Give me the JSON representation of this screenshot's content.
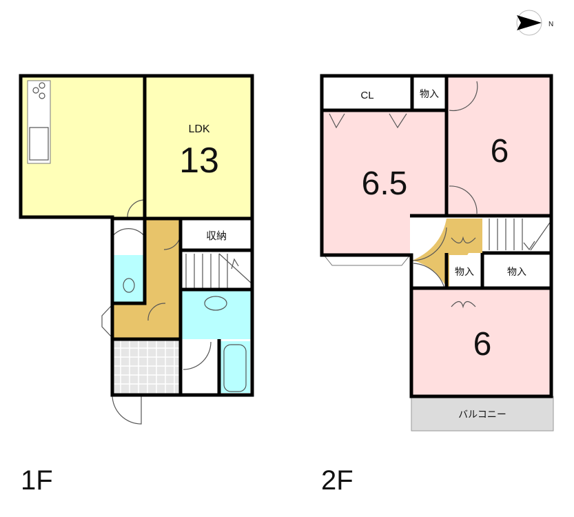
{
  "compass": {
    "direction_label": "N"
  },
  "floors": [
    {
      "label": "1F",
      "rooms": {
        "ldk_type": "LDK",
        "ldk_size": "13",
        "storage": "収納"
      }
    },
    {
      "label": "2F",
      "rooms": {
        "closet": "CL",
        "storage_top": "物入",
        "bedroom_top_right": "6",
        "bedroom_left": "6.5",
        "storage_hall": "物入",
        "storage_right": "物入",
        "bedroom_bottom": "6",
        "balcony": "バルコニー"
      }
    }
  ],
  "colors": {
    "ldk": "#ffffb8",
    "hall": "#e8c46a",
    "wet": "#b8ffff",
    "bedroom": "#ffdfdf",
    "balcony": "#dcdcdc",
    "genkan": "#e6e6e6"
  }
}
